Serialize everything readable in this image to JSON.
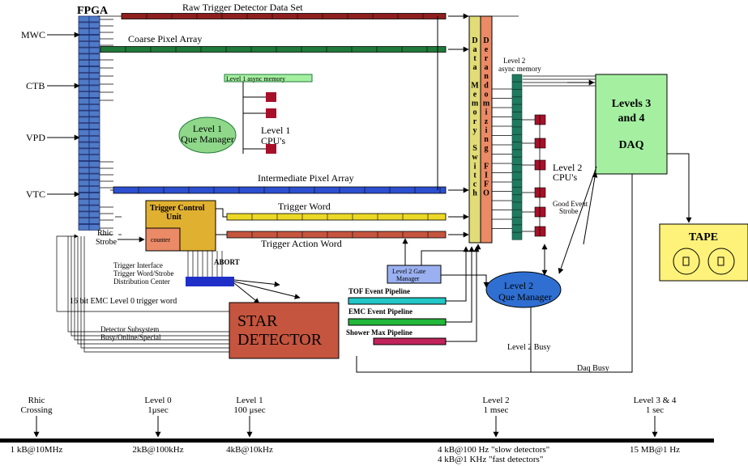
{
  "fpga": {
    "label": "FPGA"
  },
  "inputs": {
    "mwc": "MWC",
    "ctb": "CTB",
    "vpd": "VPD",
    "vtc": "VTC"
  },
  "buses": {
    "raw": "Raw Trigger Detector Data Set",
    "coarse": "Coarse Pixel Array",
    "intermediate": "Intermediate Pixel Array",
    "word": "Trigger Word",
    "action": "Trigger Action Word"
  },
  "level1": {
    "async_memory": "Level 1 async memory",
    "que_manager_line1": "Level 1",
    "que_manager_line2": "Que Manager",
    "cpus_line1": "Level 1",
    "cpus_line2": "CPU's"
  },
  "tcu": {
    "line1": "Trigger Control",
    "line2": "Unit",
    "counter": "counter"
  },
  "rhic_strobe": {
    "line1": "Rhic",
    "line2": "Strobe"
  },
  "abort": "ABORT",
  "interface": {
    "line1": "Trigger Interface",
    "line2": "Trigger Word/Strobe",
    "line3": "Distribution Center"
  },
  "emc_word": "16 bit EMC Level 0 trigger word",
  "subsystem": {
    "line1": "Detector Subsystem",
    "line2": "Busy/Online/Special"
  },
  "star": {
    "line1": "STAR",
    "line2": "DETECTOR"
  },
  "memory_switch": "Data Memory Switch",
  "derandomizing_fifo": "Derandomizing FIFO",
  "level2": {
    "async_memory_line1": "Level 2",
    "async_memory_line2": "async memory",
    "cpus_line1": "Level 2",
    "cpus_line2": "CPU's",
    "good_event_line1": "Good Event",
    "good_event_line2": "Strobe",
    "gate_manager_line1": "Level 2 Gate",
    "gate_manager_line2": "Manager",
    "que_manager_line1": "Level 2",
    "que_manager_line2": "Que Manager",
    "busy": "Level 2 Busy"
  },
  "pipelines": {
    "tof": "TOF Event Pipeline",
    "emc": "EMC Event Pipeline",
    "shower": "Shower Max Pipeline"
  },
  "daq": {
    "line1": "Levels 3",
    "line2": "and 4",
    "line3": "DAQ",
    "busy": "Daq Busy"
  },
  "tape": {
    "label": "TAPE"
  },
  "timeline": [
    {
      "line1": "Rhic",
      "line2": "Crossing",
      "rate": "1 kB@10MHz",
      "rate2": ""
    },
    {
      "line1": "Level 0",
      "line2": "1μsec",
      "rate": "2kB@100kHz",
      "rate2": ""
    },
    {
      "line1": "Level 1",
      "line2": "100 μsec",
      "rate": "4kB@10kHz",
      "rate2": ""
    },
    {
      "line1": "Level 2",
      "line2": "1 msec",
      "rate": "4 kB@100 Hz  \"slow detectors\"",
      "rate2": "4 kB@1 KHz  \"fast detectors\""
    },
    {
      "line1": "Level 3 & 4",
      "line2": "1 sec",
      "rate": "15 MB@1 Hz",
      "rate2": ""
    }
  ],
  "colors": {
    "fpga": "#4f7ac7",
    "raw_bus": "#8e1f1f",
    "coarse_bus": "#1f7a3a",
    "intermediate_bus": "#2c4fd0",
    "word_bus": "#ecd826",
    "action_bus": "#c5553f",
    "memory_switch": "#e2dc78",
    "fifo": "#ea8a66",
    "l2_async": "#1f7a5f",
    "cpu": "#a8102a",
    "daq": "#a4f0a0",
    "tape": "#fff27a",
    "star": "#c5553f",
    "que": "#8fd88a",
    "l2_que": "#2f6fd1",
    "tof": "#22c7c7",
    "emc": "#22b83a",
    "shower": "#c1245a",
    "tcu": "#e0b030",
    "interface": "#1f2fc8"
  }
}
